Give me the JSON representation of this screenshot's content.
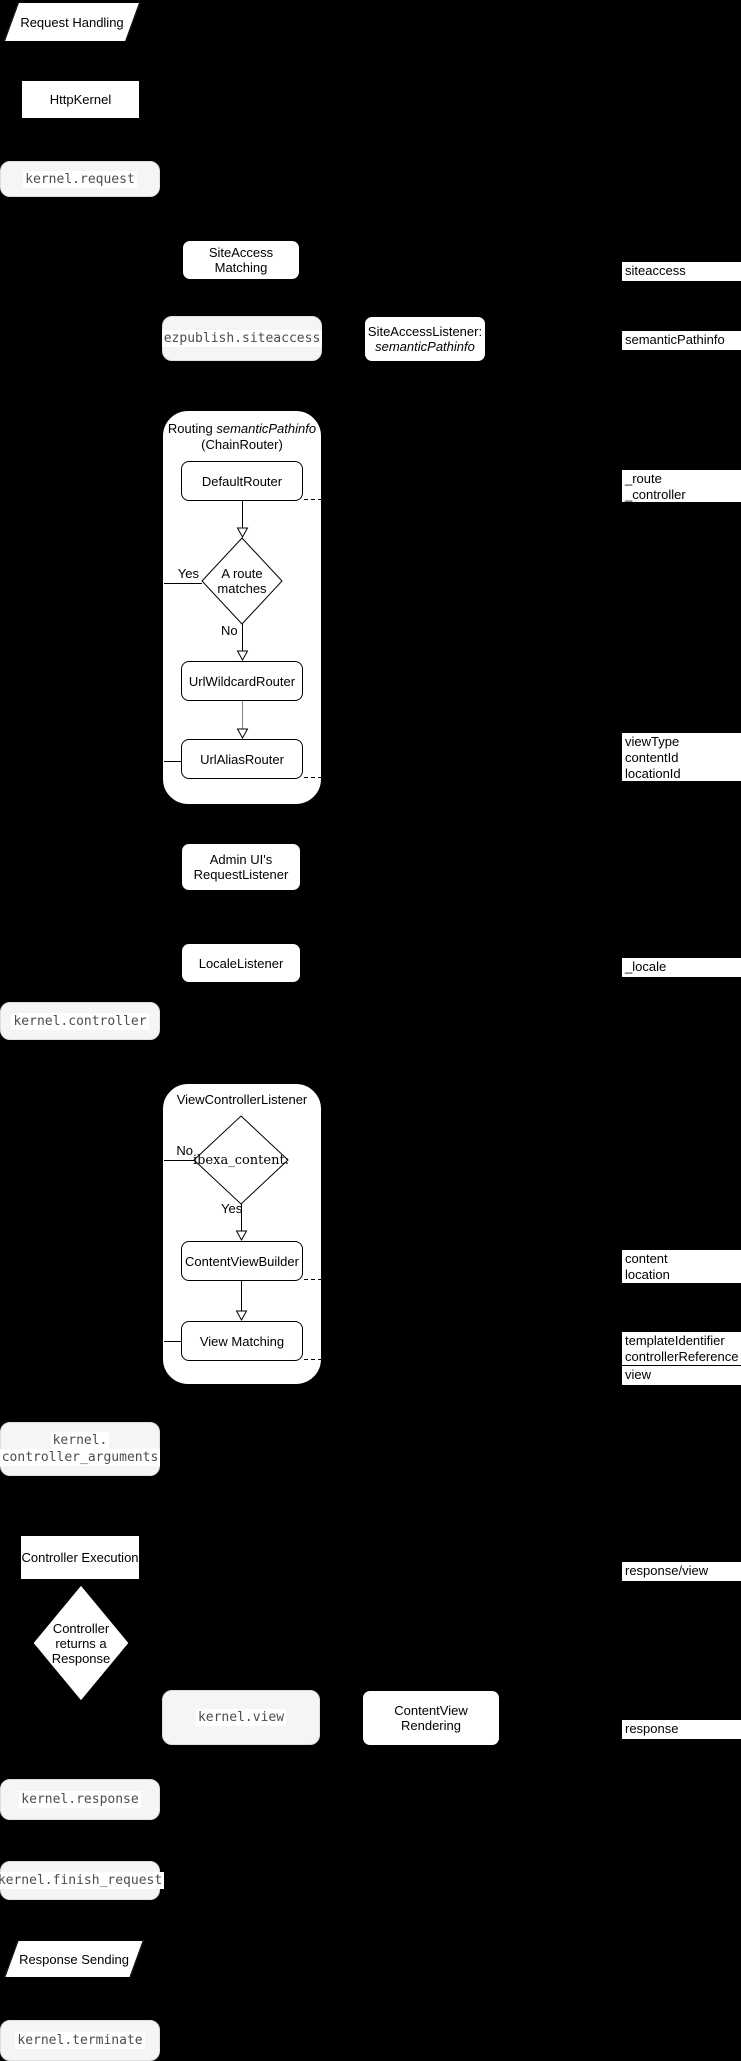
{
  "colors": {
    "background": "#000000",
    "shape_fill": "#ffffff",
    "shape_border": "#000000",
    "event_fill": "#f5f5f5",
    "event_text": "#4d4d4d",
    "side_label_fill": "#ffffff"
  },
  "shapes": {
    "request_handling": {
      "label": "Request Handling"
    },
    "http_kernel": {
      "label": "HttpKernel"
    },
    "kernel_request": {
      "label": "kernel.request"
    },
    "siteaccess_matching": {
      "label": "SiteAccess Matching"
    },
    "ezpublish_siteaccess": {
      "label": "ezpublish.siteaccess"
    },
    "siteaccess_listener": {
      "line1": "SiteAccessListener:",
      "line2": "semanticPathinfo"
    },
    "routing_group": {
      "title_prefix": "Routing ",
      "title_italic": "semanticPathinfo",
      "subtitle": "(ChainRouter)"
    },
    "default_router": {
      "label": "DefaultRouter"
    },
    "route_matches": {
      "line1": "A route",
      "line2": "matches",
      "yes": "Yes",
      "no": "No"
    },
    "url_wildcard_router": {
      "label": "UrlWildcardRouter"
    },
    "url_alias_router": {
      "label": "UrlAliasRouter"
    },
    "admin_ui_listener": {
      "line1": "Admin UI's",
      "line2": "RequestListener"
    },
    "locale_listener": {
      "label": "LocaleListener"
    },
    "kernel_controller": {
      "label": "kernel.controller"
    },
    "view_controller_group": {
      "title": "ViewControllerListener"
    },
    "ibexa_content_decision": {
      "label": "ibexa_content:",
      "yes": "Yes",
      "no": "No"
    },
    "content_view_builder": {
      "label": "ContentViewBuilder"
    },
    "view_matching": {
      "label": "View Matching"
    },
    "kernel_controller_arguments": {
      "line1": "kernel.",
      "line2": "controller_arguments"
    },
    "controller_execution": {
      "label": "Controller Execution"
    },
    "controller_returns_response": {
      "line1": "Controller",
      "line2": "returns a",
      "line3": "Response"
    },
    "kernel_view": {
      "label": "kernel.view"
    },
    "contentview_rendering": {
      "label": "ContentView Rendering"
    },
    "kernel_response": {
      "label": "kernel.response"
    },
    "kernel_finish_request": {
      "label": "kernel.finish_request"
    },
    "response_sending": {
      "label": "Response Sending"
    },
    "kernel_terminate": {
      "label": "kernel.terminate"
    }
  },
  "side_labels": {
    "siteaccess": "siteaccess",
    "semantic_pathinfo": "semanticPathinfo",
    "route": "_route",
    "controller": "_controller",
    "view_type": "viewType",
    "content_id": "contentId",
    "location_id": "locationId",
    "locale": "_locale",
    "content": "content",
    "location": "location",
    "template_identifier": "templateIdentifier",
    "controller_reference": "controllerReference",
    "view": "view",
    "response_view": "response/view",
    "response": "response"
  }
}
